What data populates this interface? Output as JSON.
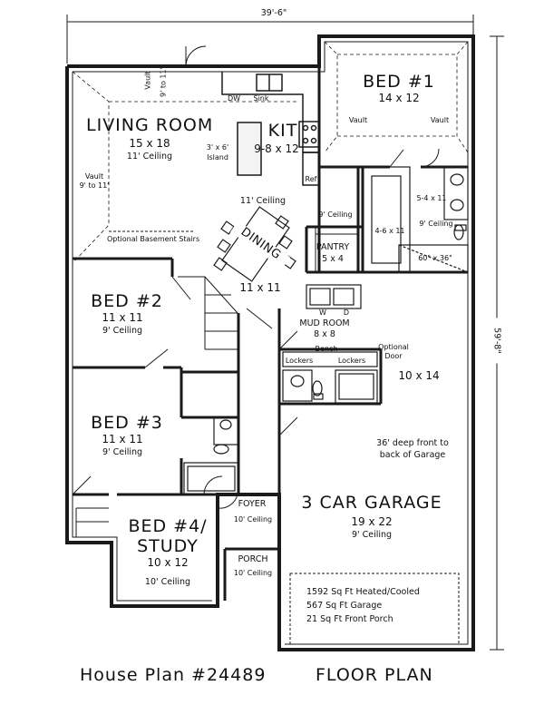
{
  "overall": {
    "width": "39'-6\"",
    "depth": "59'-8\""
  },
  "rooms": {
    "living": {
      "name": "LIVING ROOM",
      "size": "15 x 18",
      "ceiling": "11' Ceiling"
    },
    "kitchen": {
      "name": "KIT",
      "size": "9-8 x 12"
    },
    "island": {
      "line1": "3' x 6'",
      "line2": "Island"
    },
    "kitchen_ceiling": "11' Ceiling",
    "dining": {
      "name": "DINING",
      "size": "11 x 11"
    },
    "bed1": {
      "name": "BED #1",
      "size": "14 x 12"
    },
    "bed2": {
      "name": "BED #2",
      "size": "11 x 11",
      "ceiling": "9' Ceiling"
    },
    "bed3": {
      "name": "BED #3",
      "size": "11 x 11",
      "ceiling": "9' Ceiling"
    },
    "bed4": {
      "line1": "BED #4/",
      "line2": "STUDY",
      "size": "10 x 12",
      "ceiling": "10' Ceiling"
    },
    "pantry": {
      "name": "PANTRY",
      "size": "5 x 4"
    },
    "hall_ceiling": "9' Ceiling",
    "mudroom": {
      "name": "MUD ROOM",
      "size": "8 x 8"
    },
    "garage": {
      "name": "3 CAR GARAGE",
      "size": "19 x 22",
      "ceiling": "9' Ceiling"
    },
    "garage_bay": {
      "size": "10 x 14"
    },
    "foyer": {
      "name": "FOYER",
      "ceiling": "10' Ceiling"
    },
    "porch": {
      "name": "PORCH",
      "ceiling": "10' Ceiling"
    },
    "bath_closet": {
      "size": "5-4 x 11",
      "ceiling": "9' Ceiling"
    },
    "walkin_closet": {
      "size": "4-6 x 11"
    },
    "shower": {
      "size": "60\" x 36\""
    }
  },
  "notes": {
    "vault_living": {
      "line1": "Vault",
      "line2": "9' to 11'"
    },
    "vault_left": {
      "line1": "Vault",
      "line2": "9' to 11'"
    },
    "vault_bed1_left": "Vault",
    "vault_bed1_right": "Vault",
    "basement_stairs": "Optional Basement Stairs",
    "dw": "DW",
    "sink": "Sink",
    "ref": "Ref",
    "washer": "W",
    "dryer": "D",
    "bench": "Bench",
    "lockers_left": "Lockers",
    "lockers_right": "Lockers",
    "optional_door": {
      "line1": "Optional",
      "line2": "Door"
    },
    "garage_depth": {
      "line1": "36' deep front to",
      "line2": "back of Garage"
    }
  },
  "summary": {
    "heated": "1592 Sq Ft Heated/Cooled",
    "garage": "567 Sq Ft Garage",
    "porch": "21 Sq Ft Front Porch"
  },
  "footer": {
    "plan": "House Plan #24489",
    "label": "FLOOR PLAN"
  }
}
